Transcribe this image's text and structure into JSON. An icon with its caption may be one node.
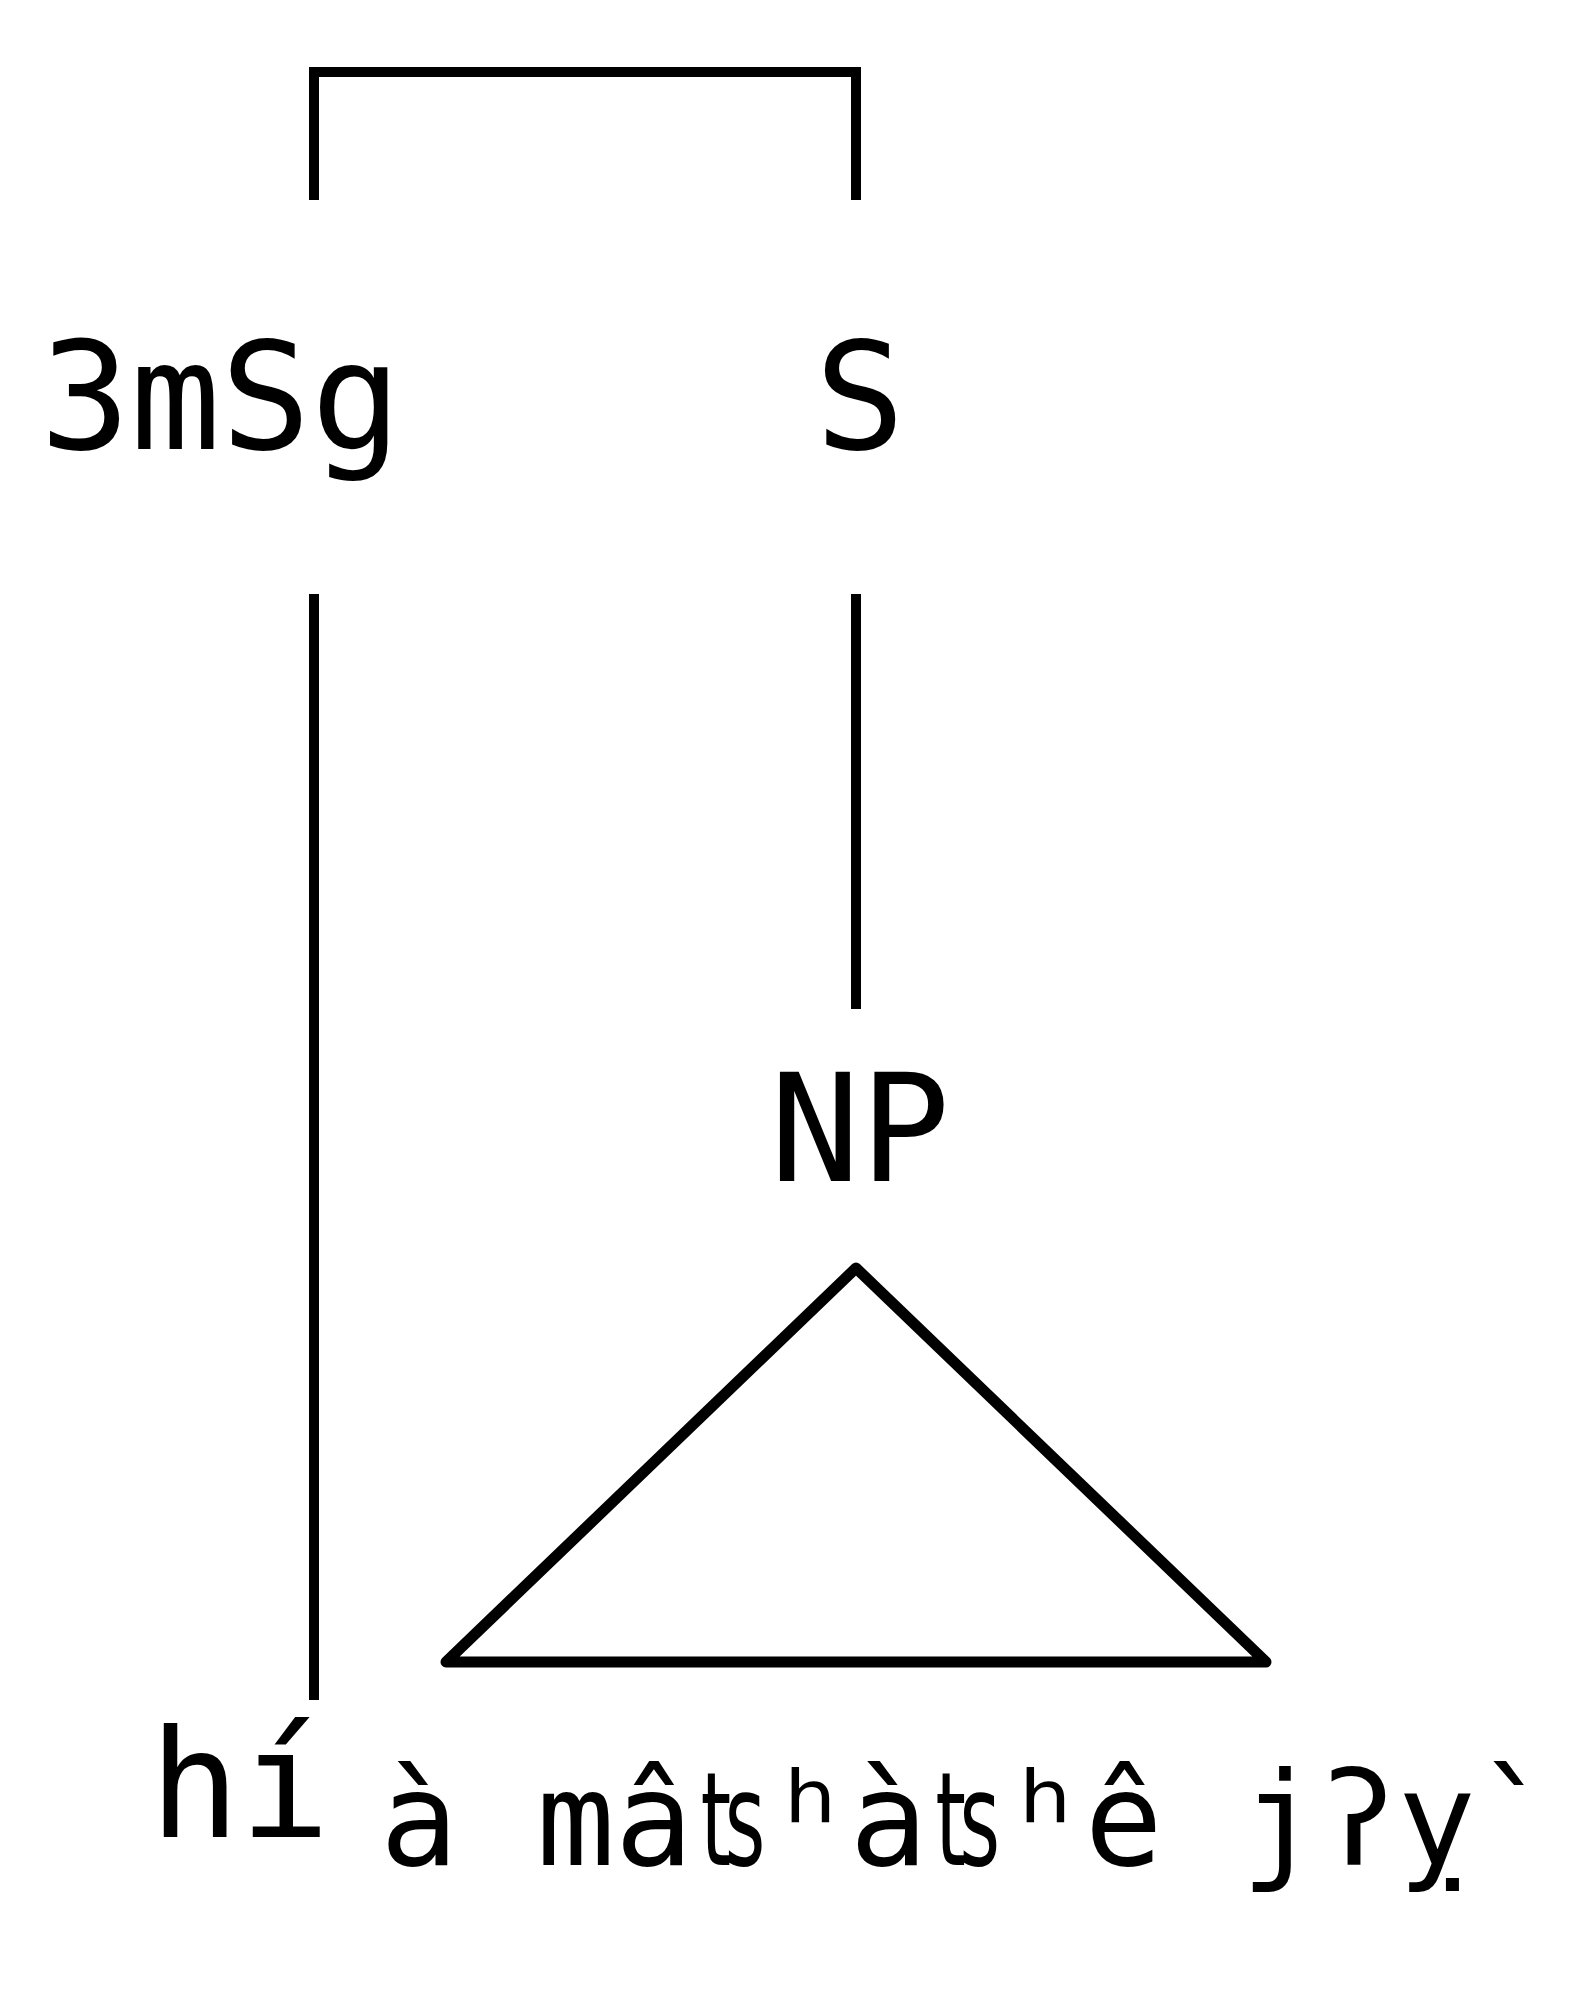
{
  "diagram": {
    "nodes": [
      {
        "text": [
          "3mSg"
        ]
      },
      {
        "text": [
          "S"
        ]
      },
      {
        "text": [
          "NP"
        ]
      },
      {
        "text": [],
        "shape": "triangle"
      },
      {
        "text": [
          "hí"
        ]
      },
      {
        "text": [
          "à mâʦʰàʦʰê jʔỵ̀"
        ]
      }
    ],
    "edges": [
      {
        "from": 0,
        "to": 1,
        "arrow": "none"
      },
      {
        "from": 0,
        "to": 4,
        "arrow": "none"
      },
      {
        "from": 1,
        "to": 2,
        "arrow": "none"
      }
    ]
  }
}
